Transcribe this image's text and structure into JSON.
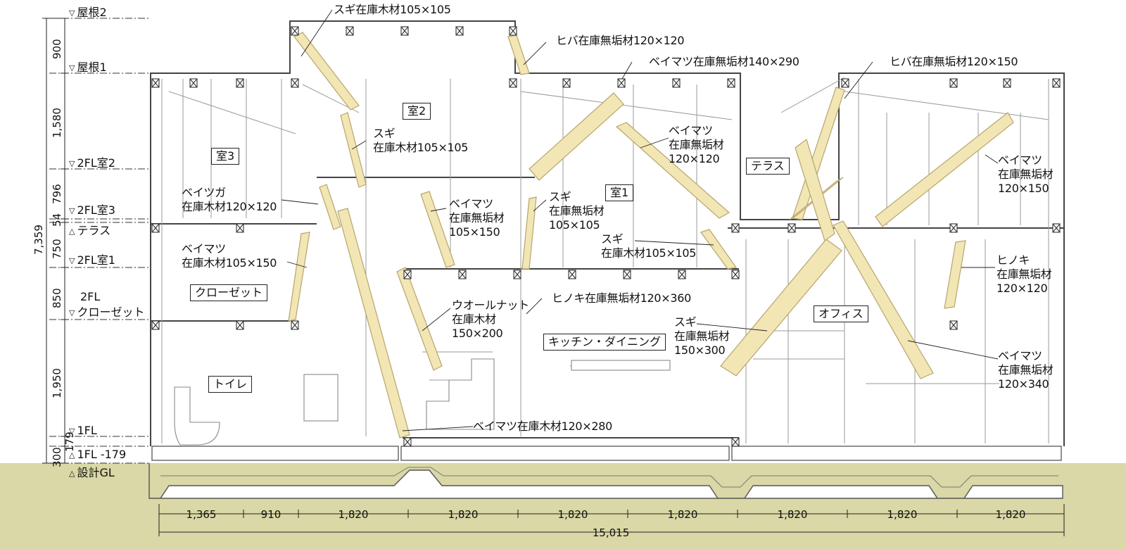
{
  "levels": [
    "屋根2",
    "屋根1",
    "2FL室2",
    "2FL室3",
    "テラス",
    "2FL室1",
    "2FL",
    "クローゼット",
    "1FL",
    "1FL -179",
    "設計GL"
  ],
  "vertical_dims": [
    "900",
    "1,580",
    "796",
    "54",
    "750",
    "850",
    "1,950",
    "179",
    "300"
  ],
  "vertical_total": "7,359",
  "horizontal_dims": [
    "1,365",
    "910",
    "1,820",
    "1,820",
    "1,820",
    "1,820",
    "1,820",
    "1,820",
    "1,820"
  ],
  "horizontal_total": "15,015",
  "rooms": [
    "室2",
    "室3",
    "室1",
    "テラス",
    "クローゼット",
    "オフィス",
    "キッチン・ダイニング",
    "トイレ"
  ],
  "members": [
    "スギ在庫木材105×105",
    "ヒバ在庫無垢材120×120",
    "ベイマツ在庫無垢材140×290",
    "ヒバ在庫無垢材120×150",
    "スギ\n在庫木材105×105",
    "ベイマツ\n在庫無垢材\n120×120",
    "ベイマツ\n在庫無垢材\n120×150",
    "ベイツガ\n在庫木材120×120",
    "ベイマツ\n在庫無垢材\n105×150",
    "スギ\n在庫無垢材\n105×105",
    "スギ\n在庫木材105×105",
    "ベイマツ\n在庫木材105×150",
    "ヒノキ\n在庫無垢材\n120×120",
    "ウオールナット\n在庫木材\n150×200",
    "ヒノキ在庫無垢材120×360",
    "スギ\n在庫無垢材\n150×300",
    "ベイマツ\n在庫無垢材\n120×340",
    "ベイマツ在庫木材120×280"
  ],
  "colors": {
    "ground": "#d9d8a6",
    "timber": "#f1e6b4",
    "timber_edge": "#b8a46c",
    "line": "#4a4a4a"
  }
}
